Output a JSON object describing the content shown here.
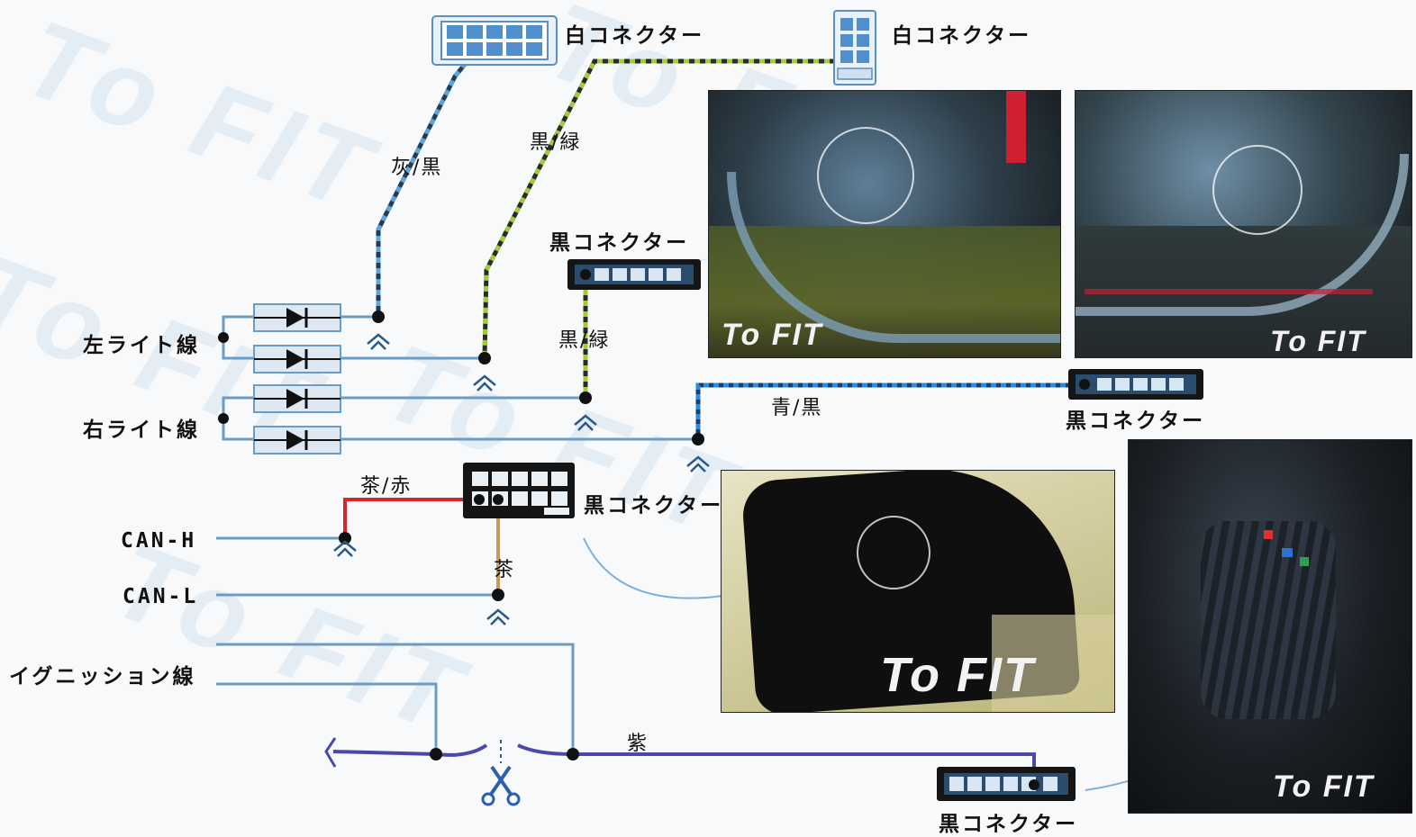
{
  "connectors": {
    "white1": "白コネクター",
    "white2": "白コネクター",
    "black1": "黒コネクター",
    "black2": "黒コネクター",
    "black3": "黒コネクター",
    "black4": "黒コネクター"
  },
  "lines": {
    "left_light": "左ライト線",
    "right_light": "右ライト線",
    "can_h": "CAN-H",
    "can_l": "CAN-L",
    "ignition": "イグニッション線"
  },
  "wires": {
    "gray_black": "灰/黒",
    "black_green_top": "黒/緑",
    "black_green_mid": "黒/緑",
    "blue_black": "青/黒",
    "brown_red": "茶/赤",
    "brown": "茶",
    "purple": "紫"
  },
  "brand": "To FIT",
  "colors": {
    "gray_black_wire": "#3d6a8c",
    "black_green_wire": "#8fb23a",
    "blue_black_wire": "#2a7fd0",
    "red_wire": "#d8262a",
    "brown_wire": "#c89a5a",
    "purple_wire": "#4a48a8",
    "body_line": "#6a9cc4"
  },
  "icons": [
    "diode-icon",
    "scissors-icon",
    "ground-icon"
  ]
}
